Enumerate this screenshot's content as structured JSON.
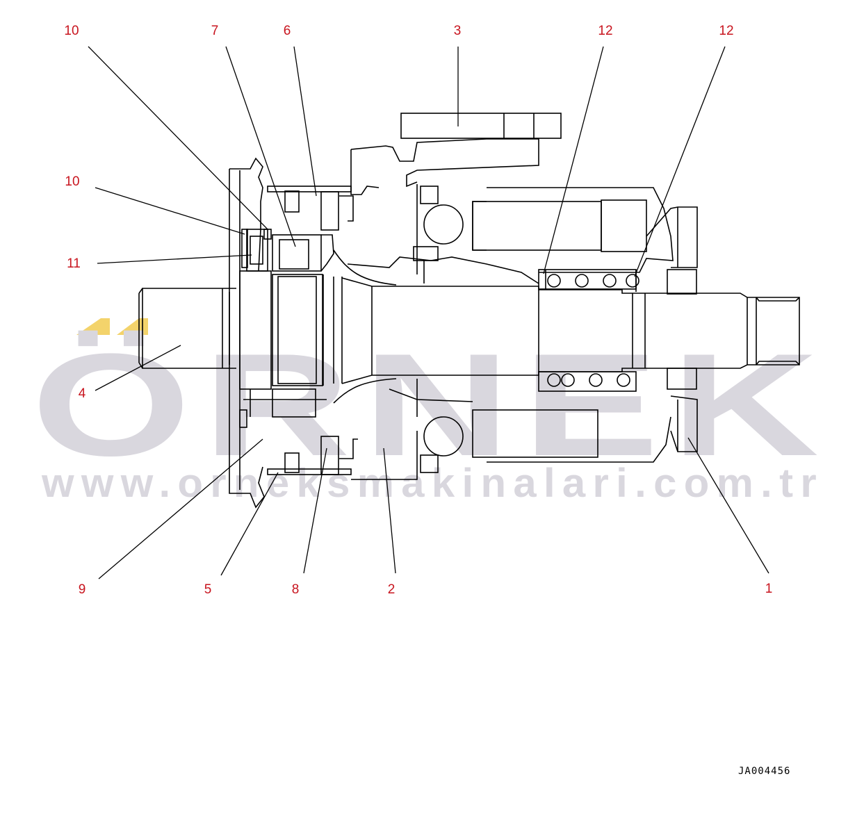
{
  "watermark": {
    "brand": "ÖRNEK",
    "url": "www.orneksmakinalari.com.tr",
    "accent_color": "#f3d36b",
    "text_color": "#d9d7de"
  },
  "callouts": {
    "c10_top": "10",
    "c7": "7",
    "c6": "6",
    "c3": "3",
    "c12_a": "12",
    "c12_b": "12",
    "c10_mid": "10",
    "c11": "11",
    "c4": "4",
    "c9": "9",
    "c5": "5",
    "c8": "8",
    "c2": "2",
    "c1": "1"
  },
  "drawing_code": "JA004456",
  "colors": {
    "callout": "#c8141e",
    "line": "#000000",
    "background": "#ffffff"
  }
}
